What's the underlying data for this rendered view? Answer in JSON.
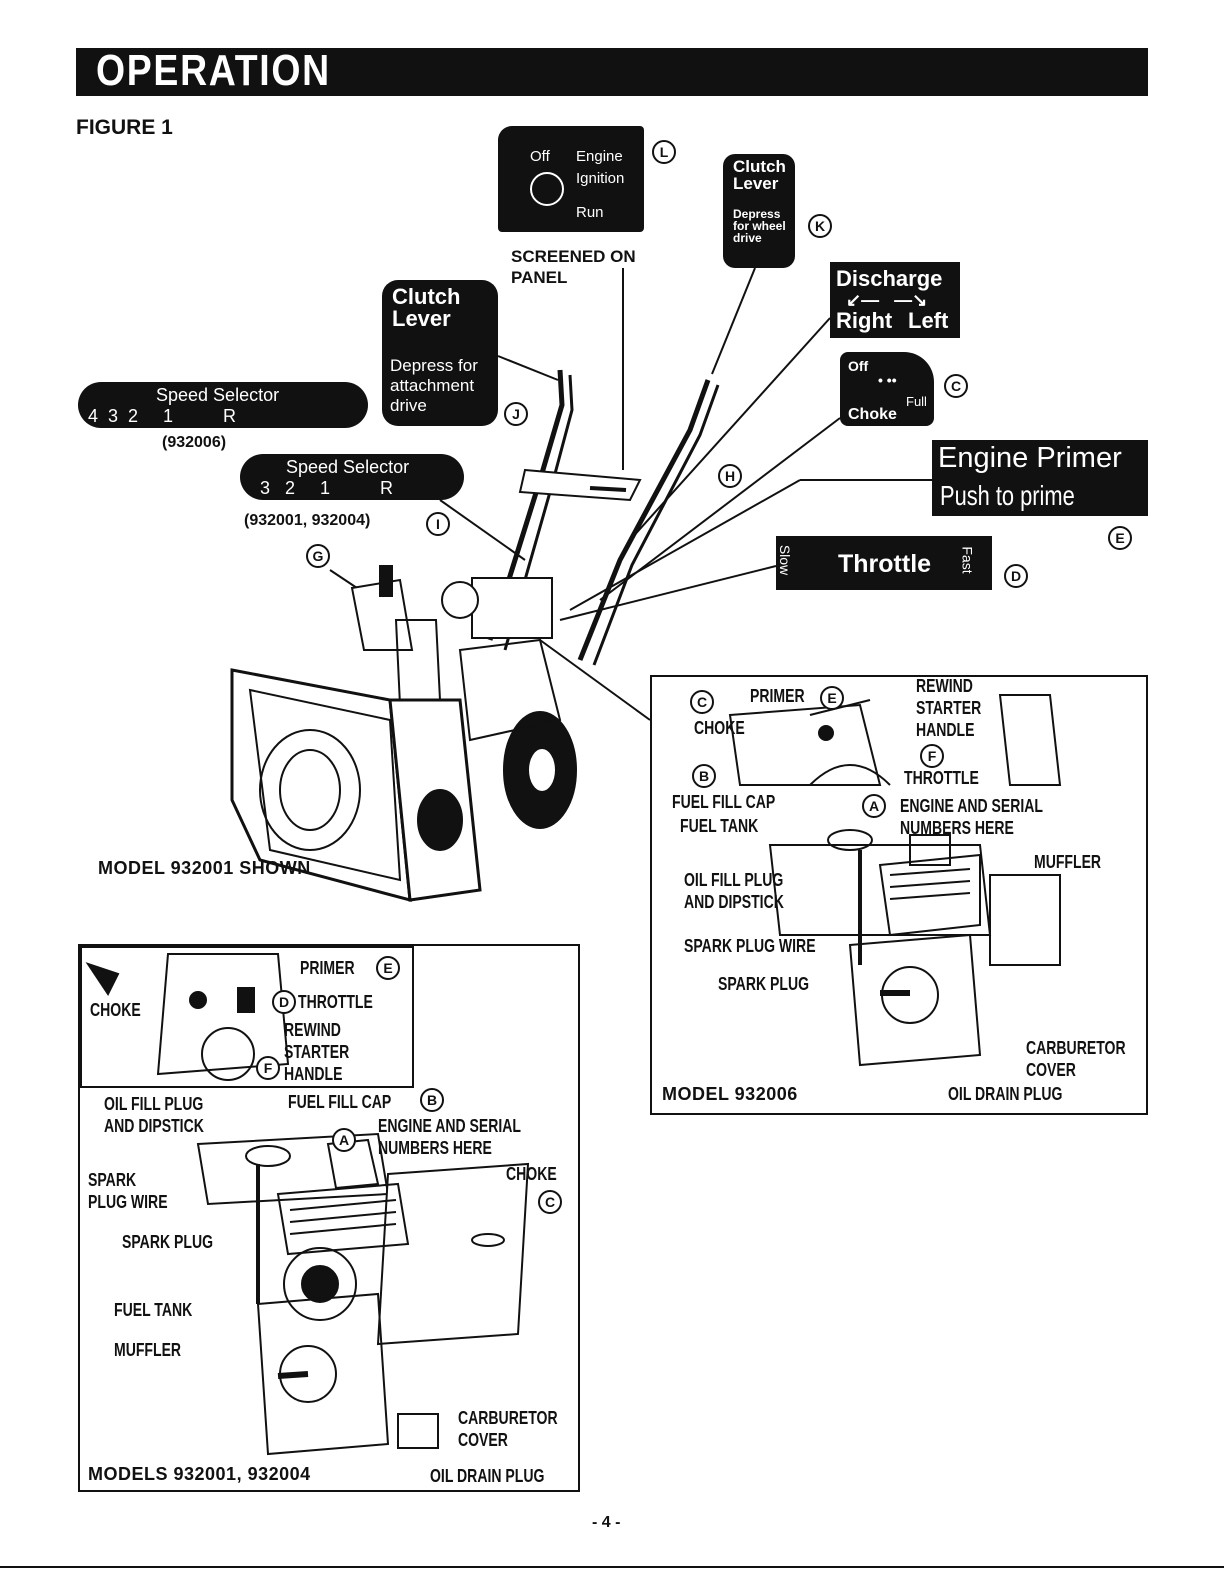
{
  "header": {
    "title": "OPERATION"
  },
  "figure_label": "FIGURE 1",
  "panels": {
    "ignition": {
      "off": "Off",
      "engine": "Engine",
      "ignition": "Ignition",
      "run": "Run",
      "callout": "L"
    },
    "screened": "SCREENED ON PANEL",
    "clutch_wheel": {
      "title": "Clutch Lever",
      "text": "Depress for wheel drive",
      "callout": "K"
    },
    "clutch_attach": {
      "title": "Clutch Lever",
      "text": "Depress for attachment drive",
      "callout": "J"
    },
    "discharge": {
      "title": "Discharge",
      "right": "Right",
      "left": "Left"
    },
    "choke": {
      "off": "Off",
      "full": "Full",
      "choke": "Choke",
      "callout": "C"
    },
    "primer": {
      "title": "Engine Primer",
      "text": "Push to prime",
      "callout": "E"
    },
    "throttle": {
      "slow": "Slow",
      "title": "Throttle",
      "fast": "Fast",
      "callout": "D"
    },
    "speed4": {
      "title": "Speed Selector",
      "gears": "4  3  2     1          R",
      "model": "(932006)"
    },
    "speed3": {
      "title": "Speed Selector",
      "gears": "3   2     1          R",
      "model": "(932001, 932004)",
      "callout": "I"
    },
    "callout_g": "G",
    "callout_h": "H"
  },
  "main_caption": "MODEL 932001 SHOWN",
  "right_box": {
    "caption": "MODEL 932006",
    "labels": {
      "c": "C",
      "choke": "CHOKE",
      "primer": "PRIMER",
      "e": "E",
      "rewind": "REWIND",
      "starter": "STARTER",
      "handle": "HANDLE",
      "f": "F",
      "b": "B",
      "throttle": "THROTTLE",
      "fuel_cap": "FUEL FILL CAP",
      "fuel_tank": "FUEL TANK",
      "a": "A",
      "eng_serial": "ENGINE AND SERIAL",
      "numbers": "NUMBERS HERE",
      "muffler": "MUFFLER",
      "oil_fill": "OIL FILL PLUG",
      "dipstick": "AND DIPSTICK",
      "spark_wire": "SPARK PLUG WIRE",
      "spark_plug": "SPARK PLUG",
      "carb": "CARBURETOR",
      "cover": "COVER",
      "oil_drain": "OIL DRAIN PLUG"
    }
  },
  "left_box": {
    "caption": "MODELS 932001, 932004",
    "labels": {
      "primer": "PRIMER",
      "e": "E",
      "choke_top": "CHOKE",
      "d": "D",
      "throttle": "THROTTLE",
      "rewind": "REWIND",
      "starter": "STARTER",
      "f": "F",
      "handle": "HANDLE",
      "oil_fill": "OIL FILL PLUG",
      "dipstick": "AND DIPSTICK",
      "fuel_cap": "FUEL FILL CAP",
      "b": "B",
      "a": "A",
      "eng_serial": "ENGINE AND SERIAL",
      "numbers": "NUMBERS HERE",
      "spark": "SPARK",
      "plug_wire": "PLUG WIRE",
      "choke": "CHOKE",
      "c": "C",
      "spark_plug": "SPARK PLUG",
      "fuel_tank": "FUEL TANK",
      "muffler": "MUFFLER",
      "carb": "CARBURETOR",
      "cover": "COVER",
      "oil_drain": "OIL DRAIN PLUG"
    }
  },
  "page_number": "- 4 -"
}
